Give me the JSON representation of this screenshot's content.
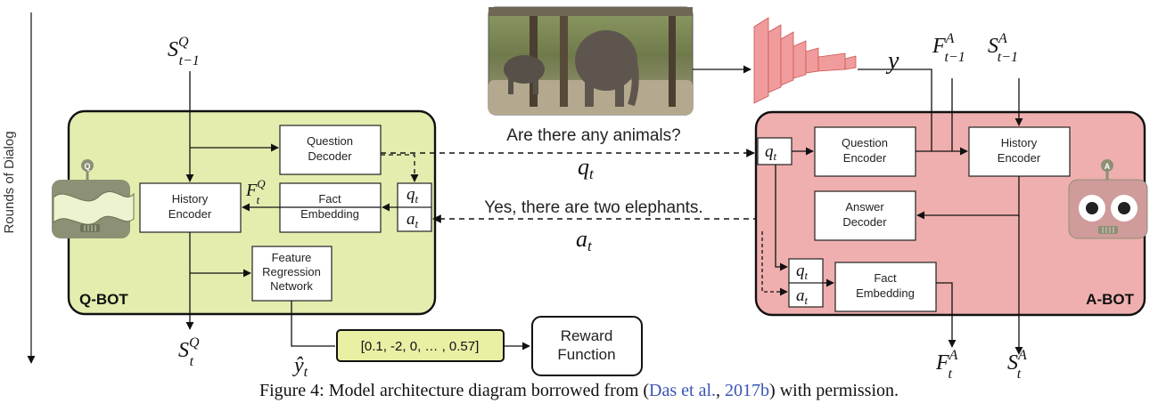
{
  "side_label": "Rounds of Dialog",
  "qbot": {
    "name": "Q-BOT",
    "badge": "Q",
    "state_in": "S",
    "state_in_sup": "Q",
    "state_in_sub": "t−1",
    "state_out": "S",
    "state_out_sup": "Q",
    "state_out_sub": "t",
    "question_decoder": [
      "Question",
      "Decoder"
    ],
    "history_encoder": [
      "History",
      "Encoder"
    ],
    "fact_embedding": [
      "Fact",
      "Embedding"
    ],
    "feature_regression": [
      "Feature",
      "Regression",
      "Network"
    ],
    "fact_label": "F",
    "fact_label_sup": "Q",
    "fact_label_sub": "t",
    "q_slot": "q",
    "a_slot": "a",
    "slot_sub": "t"
  },
  "abot": {
    "name": "A-BOT",
    "badge": "A",
    "question_encoder": [
      "Question",
      "Encoder"
    ],
    "history_encoder": [
      "History",
      "Encoder"
    ],
    "answer_decoder": [
      "Answer",
      "Decoder"
    ],
    "fact_embedding": [
      "Fact",
      "Embedding"
    ],
    "image_feature": "y",
    "fact_in": "F",
    "fact_in_sup": "A",
    "fact_in_sub": "t−1",
    "state_in": "S",
    "state_in_sup": "A",
    "state_in_sub": "t−1",
    "fact_out": "F",
    "fact_out_sup": "A",
    "fact_out_sub": "t",
    "state_out": "S",
    "state_out_sup": "A",
    "state_out_sub": "t",
    "q_slot": "q",
    "a_slot": "a",
    "slot_sub": "t"
  },
  "dialog": {
    "question_text": "Are there any animals?",
    "question_symbol": "q",
    "answer_text": "Yes, there are two elephants.",
    "answer_symbol": "a",
    "symbol_sub": "t"
  },
  "regression": {
    "vector": "[0.1, -2, 0, … , 0.57]",
    "output": "ŷ",
    "output_sub": "t",
    "reward": [
      "Reward",
      "Function"
    ]
  },
  "colors": {
    "qbot_fill": "#e4edae",
    "abot_fill": "#efafae",
    "vector_fill": "#e9f0a4",
    "cnn_fill": "#f19c9c",
    "bot_gray": "#8c9074",
    "abot_face": "#cf9b9b",
    "cite": "#3a54b4"
  },
  "caption": {
    "prefix": "Figure 4: Model architecture diagram borrowed from (",
    "cite_author": "Das et al.",
    "separator": ", ",
    "cite_year": "2017b",
    "suffix": ") with permission."
  }
}
